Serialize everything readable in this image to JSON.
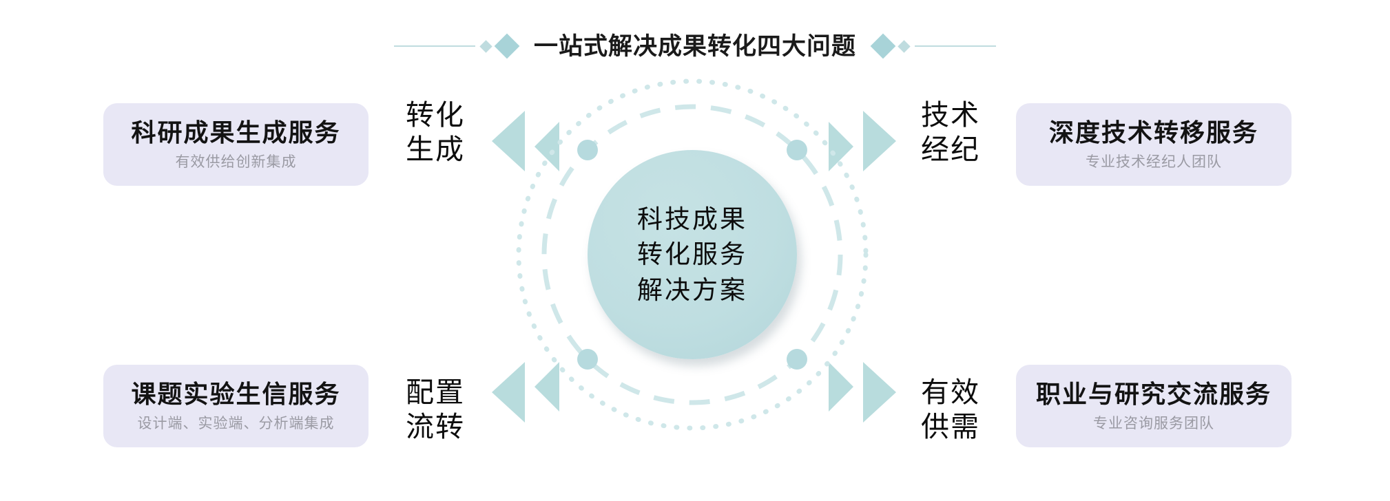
{
  "header": {
    "title": "一站式解决成果转化四大问题",
    "left_diamond_small": "diamond-small-icon",
    "left_diamond_large": "diamond-large-icon",
    "right_diamond_large": "diamond-large-icon",
    "right_diamond_small": "diamond-small-icon"
  },
  "center": {
    "text": "科技成果\n转化服务\n解决方案"
  },
  "colors": {
    "card_bg": "#e8e7f5",
    "accent_teal": "#b8dcdd",
    "core_teal": "#bfdee1",
    "title_rule": "#bfdcdf",
    "diamond_large": "#a8d3d8",
    "subtitle_gray": "#9a9aa3",
    "text_black": "#131313"
  },
  "quadrants": [
    {
      "position": "top-left",
      "stage_label": "转化\n生成",
      "arrow": "double-chevron-left-icon",
      "card_title": "科研成果生成服务",
      "card_subtitle": "有效供给创新集成"
    },
    {
      "position": "bottom-left",
      "stage_label": "配置\n流转",
      "arrow": "double-chevron-left-icon",
      "card_title": "课题实验生信服务",
      "card_subtitle": "设计端、实验端、分析端集成"
    },
    {
      "position": "top-right",
      "stage_label": "技术\n经纪",
      "arrow": "double-chevron-right-icon",
      "card_title": "深度技术转移服务",
      "card_subtitle": "专业技术经纪人团队"
    },
    {
      "position": "bottom-right",
      "stage_label": "有效\n供需",
      "arrow": "double-chevron-right-icon",
      "card_title": "职业与研究交流服务",
      "card_subtitle": "专业咨询服务团队"
    }
  ]
}
